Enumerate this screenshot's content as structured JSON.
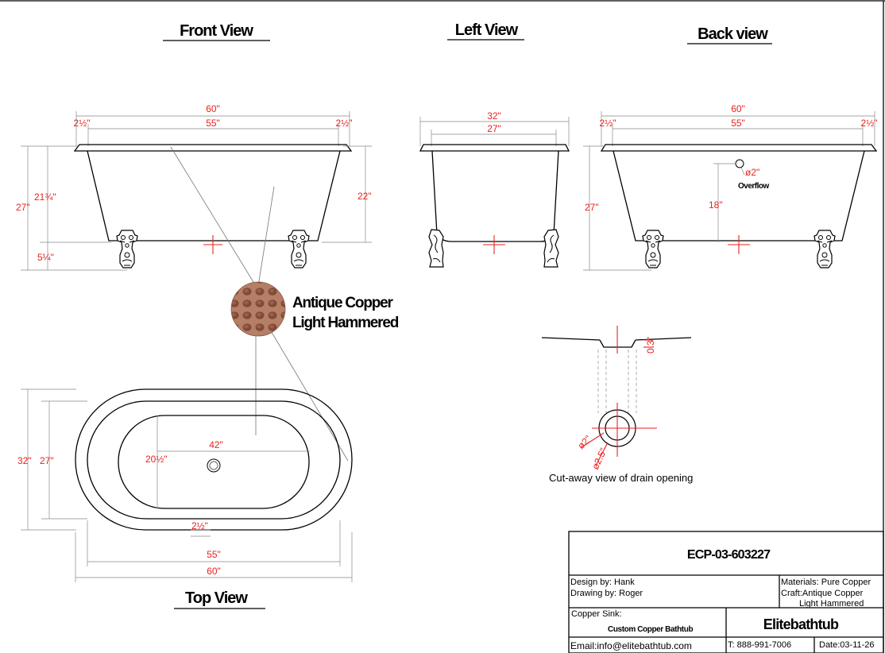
{
  "views": {
    "front": "Front View",
    "left": "Left View",
    "back": "Back view",
    "top": "Top View"
  },
  "front": {
    "overall_width": "60\"",
    "inner_width": "55\"",
    "rim_left": "2½\"",
    "rim_right": "2½\"",
    "total_height": "27\"",
    "body_height": "21¾\"",
    "leg_height": "5¼\"",
    "side_height": "22\""
  },
  "left": {
    "overall_width": "32\"",
    "inner_width": "27\""
  },
  "back": {
    "overall_width": "60\"",
    "inner_width": "55\"",
    "rim_left": "2½\"",
    "rim_right": "2½\"",
    "total_height": "27\"",
    "overflow_height": "18\"",
    "overflow_dia": "ø2\"",
    "overflow_label": "Overflow"
  },
  "finish": {
    "line1": "Antique Copper",
    "line2": "Light Hammered",
    "swatch_color": "#a8715a"
  },
  "top": {
    "overall_depth": "32\"",
    "inner_depth": "27\"",
    "basin_length": "42\"",
    "basin_width": "20½\"",
    "rim": "2½\"",
    "inner_length": "55\"",
    "overall_length": "60\""
  },
  "drain": {
    "dia_inner": "ø2\"",
    "dia_outer": "ø2.5\"",
    "depth": "0.3\"",
    "caption": "Cut-away view of drain opening"
  },
  "title_block": {
    "model": "ECP-03-603227",
    "design_by": "Design  by:  Hank",
    "drawing_by": "Drawing  by:  Roger",
    "materials": "Materials:  Pure Copper",
    "craft1": "Craft:Antique  Copper",
    "craft2": "Light  Hammered",
    "sink_label": "Copper Sink:",
    "sink_name": "Custom  Copper Bathtub",
    "brand": "Elitebathtub",
    "email": "Email:info@elitebathtub.com",
    "phone": "T:  888-991-7006",
    "date": "Date:03-11-26"
  },
  "colors": {
    "dimension": "#e8221f",
    "line": "#000000"
  }
}
